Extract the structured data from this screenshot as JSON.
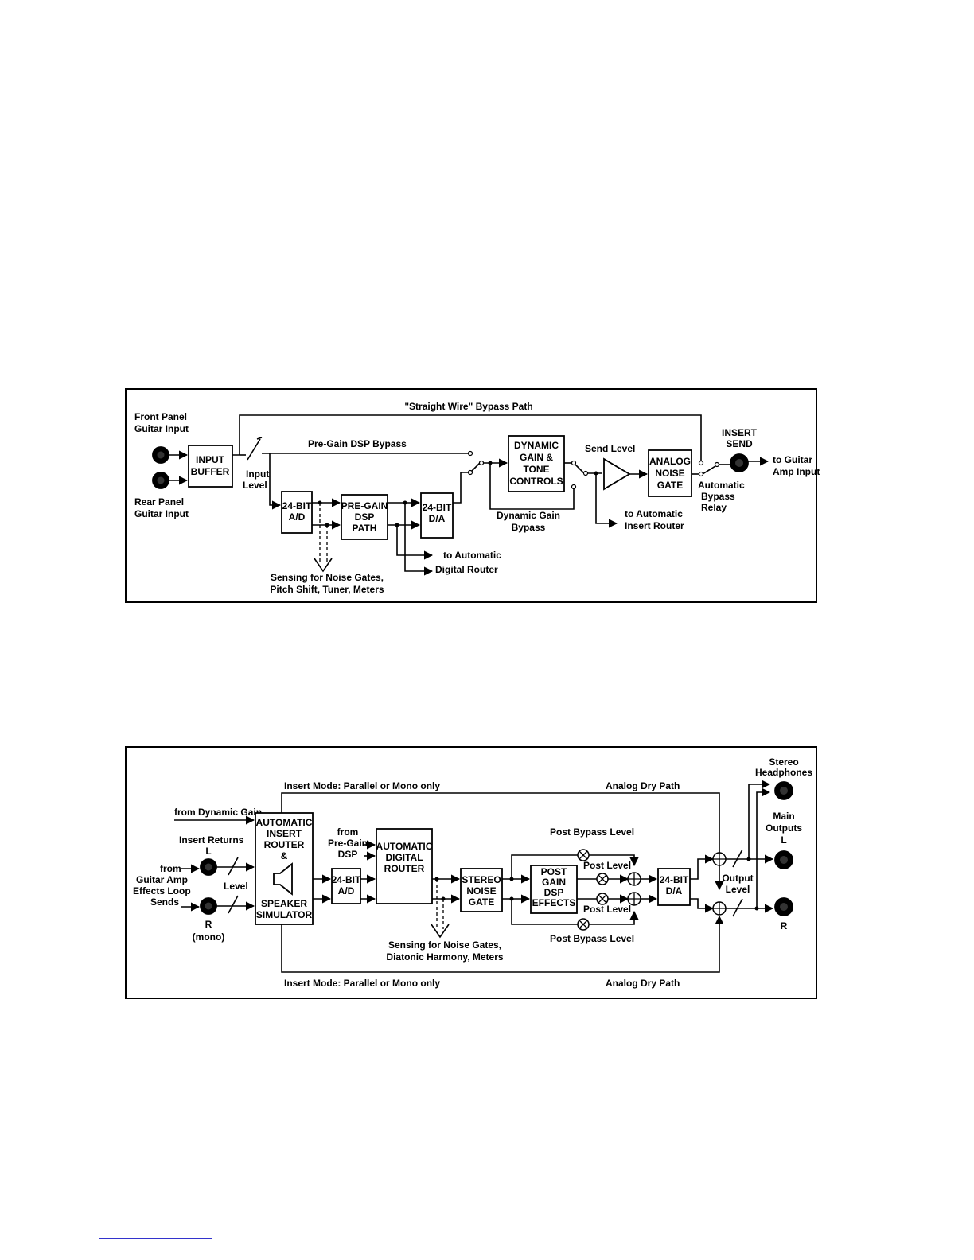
{
  "diagram1": {
    "front_input": [
      "Front Panel",
      "Guitar Input"
    ],
    "rear_input": [
      "Rear Panel",
      "Guitar Input"
    ],
    "input_buffer": [
      "INPUT",
      "BUFFER"
    ],
    "input_level": [
      "Input",
      "Level"
    ],
    "straight_wire": "\"Straight Wire\" Bypass Path",
    "pregain_bypass": "Pre-Gain DSP Bypass",
    "ad": [
      "24-BIT",
      "A/D"
    ],
    "pregain_dsp": [
      "PRE-GAIN",
      "DSP",
      "PATH"
    ],
    "da": [
      "24-BIT",
      "D/A"
    ],
    "dynamic_gain": [
      "DYNAMIC",
      "GAIN &",
      "TONE",
      "CONTROLS"
    ],
    "dynamic_bypass": [
      "Dynamic Gain",
      "Bypass"
    ],
    "send_level": "Send Level",
    "to_insert_router": [
      "to Automatic",
      "Insert Router"
    ],
    "analog_gate": [
      "ANALOG",
      "NOISE",
      "GATE"
    ],
    "insert_send": [
      "INSERT",
      "SEND"
    ],
    "to_amp": [
      "to Guitar",
      "Amp Input"
    ],
    "bypass_relay": [
      "Automatic",
      "Bypass",
      "Relay"
    ],
    "to_digital_router": [
      "to Automatic",
      "Digital Router"
    ],
    "sensing": [
      "Sensing for Noise Gates,",
      "Pitch Shift, Tuner, Meters"
    ]
  },
  "diagram2": {
    "insert_mode_top": "Insert Mode: Parallel or Mono only",
    "insert_mode_bottom": "Insert Mode: Parallel or Mono only",
    "analog_dry_top": "Analog Dry Path",
    "analog_dry_bottom": "Analog Dry Path",
    "from_dynamic_gain": "from Dynamic Gain",
    "insert_returns": "Insert Returns",
    "l": "L",
    "r": "R",
    "mono": "(mono)",
    "level": "Level",
    "from_amp": [
      "from",
      "Guitar Amp",
      "Effects Loop",
      "Sends"
    ],
    "insert_router": [
      "AUTOMATIC",
      "INSERT",
      "ROUTER",
      "&",
      "SPEAKER",
      "SIMULATOR"
    ],
    "ad": [
      "24-BIT",
      "A/D"
    ],
    "from_pregain": [
      "from",
      "Pre-Gain",
      "DSP"
    ],
    "digital_router": [
      "AUTOMATIC",
      "DIGITAL",
      "ROUTER"
    ],
    "stereo_gate": [
      "STEREO",
      "NOISE",
      "GATE"
    ],
    "post_gain": [
      "POST",
      "GAIN",
      "DSP",
      "EFFECTS"
    ],
    "post_bypass_top": "Post Bypass Level",
    "post_bypass_bottom": "Post Bypass Level",
    "post_level_top": "Post Level",
    "post_level_bottom": "Post Level",
    "da": [
      "24-BIT",
      "D/A"
    ],
    "output_level": [
      "Output",
      "Level"
    ],
    "stereo_headphones": [
      "Stereo",
      "Headphones"
    ],
    "main_outputs": [
      "Main",
      "Outputs"
    ],
    "sensing": [
      "Sensing for Noise Gates,",
      "Diatonic Harmony, Meters"
    ]
  }
}
